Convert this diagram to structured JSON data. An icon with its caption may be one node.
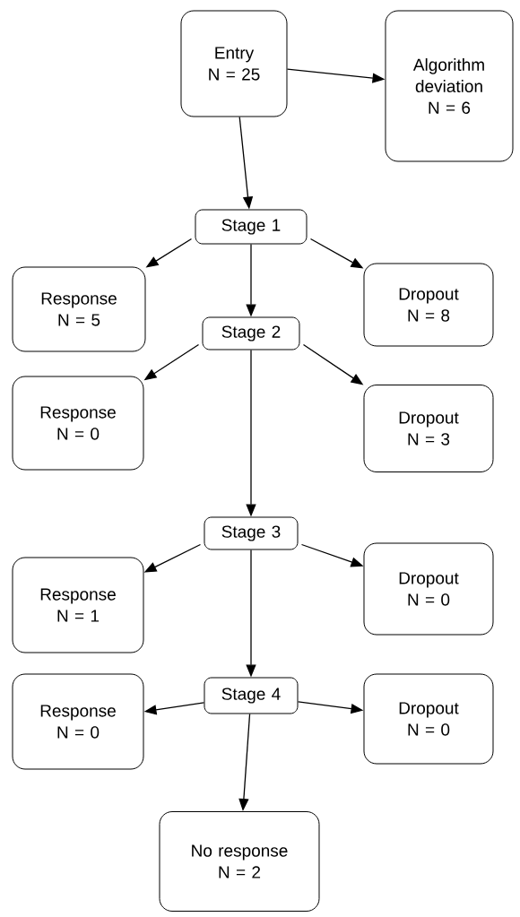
{
  "diagram": {
    "nodes": [
      {
        "text": [
          "Entry",
          "N = 25"
        ]
      },
      {
        "text": [
          "Algorithm deviation",
          "N = 6"
        ]
      },
      {
        "text": [
          "Stage 1"
        ]
      },
      {
        "text": [
          "Response",
          "N = 5"
        ]
      },
      {
        "text": [
          "Dropout",
          "N = 8"
        ]
      },
      {
        "text": [
          "Stage 2"
        ]
      },
      {
        "text": [
          "Response",
          "N = 0"
        ]
      },
      {
        "text": [
          "Dropout",
          "N = 3"
        ]
      },
      {
        "text": [
          "Stage 3"
        ]
      },
      {
        "text": [
          "Response",
          "N = 1"
        ]
      },
      {
        "text": [
          "Dropout",
          "N = 0"
        ]
      },
      {
        "text": [
          "Stage 4"
        ]
      },
      {
        "text": [
          "Response",
          "N = 0"
        ]
      },
      {
        "text": [
          "Dropout",
          "N = 0"
        ]
      },
      {
        "text": [
          "No response",
          "N = 2"
        ]
      }
    ],
    "edges": [
      {
        "from": 0,
        "to": 1,
        "arrow": "to"
      },
      {
        "from": 0,
        "to": 2,
        "arrow": "to"
      },
      {
        "from": 2,
        "to": 3,
        "arrow": "to"
      },
      {
        "from": 2,
        "to": 4,
        "arrow": "to"
      },
      {
        "from": 2,
        "to": 5,
        "arrow": "to"
      },
      {
        "from": 5,
        "to": 6,
        "arrow": "to"
      },
      {
        "from": 5,
        "to": 7,
        "arrow": "to"
      },
      {
        "from": 5,
        "to": 8,
        "arrow": "to"
      },
      {
        "from": 8,
        "to": 9,
        "arrow": "to"
      },
      {
        "from": 8,
        "to": 10,
        "arrow": "to"
      },
      {
        "from": 8,
        "to": 11,
        "arrow": "to"
      },
      {
        "from": 11,
        "to": 12,
        "arrow": "to"
      },
      {
        "from": 11,
        "to": 13,
        "arrow": "to"
      },
      {
        "from": 11,
        "to": 14,
        "arrow": "to"
      }
    ]
  }
}
